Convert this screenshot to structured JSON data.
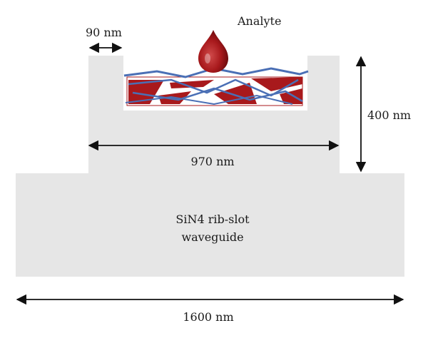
{
  "labels": {
    "analyte": "Analyte",
    "ridge_wall_width": "90 nm",
    "ridge_height": "400 nm",
    "ridge_width": "970 nm",
    "base_width": "1600 nm",
    "waveguide_line1": "SiN4 rib-slot",
    "waveguide_line2": "waveguide"
  },
  "colors": {
    "waveguide_fill": "#e6e6e6",
    "analyte_red": "#a8191c",
    "analyte_blue": "#4a6fb5",
    "dimension_line": "#111111"
  },
  "icons": {
    "droplet": "blood-drop-icon"
  }
}
